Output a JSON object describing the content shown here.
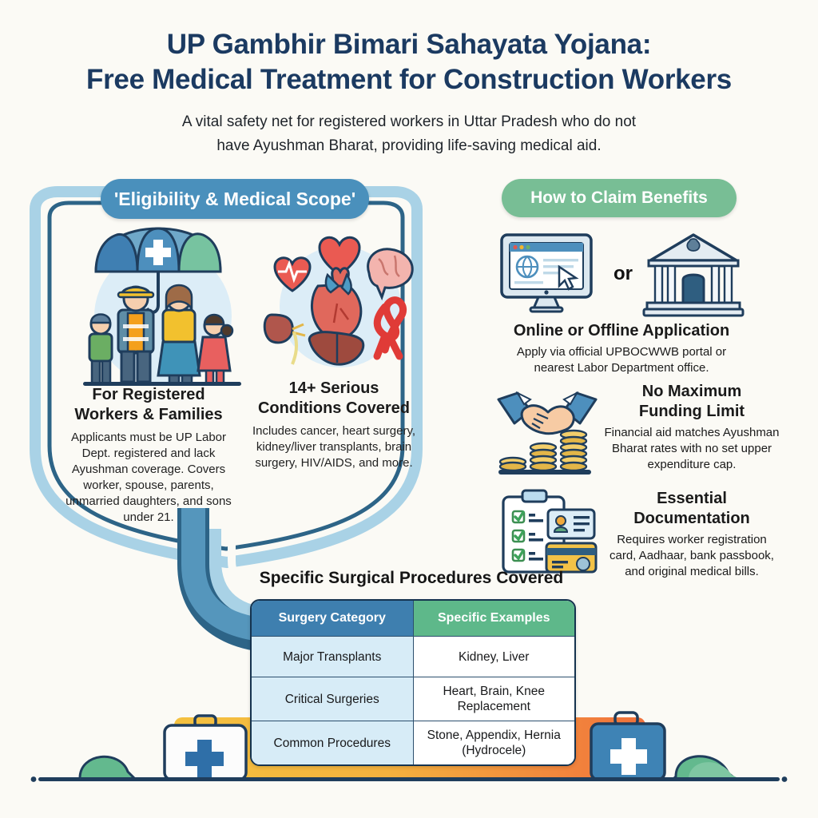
{
  "header": {
    "title_line1": "UP Gambhir Bimari Sahayata Yojana:",
    "title_line2": "Free Medical Treatment for Construction Workers",
    "subtitle_line1": "A vital safety net for registered workers in Uttar Pradesh who do not",
    "subtitle_line2": "have Ayushman Bharat, providing life-saving medical aid."
  },
  "pills": {
    "left": "'Eligibility & Medical Scope'",
    "right": "How to Claim Benefits"
  },
  "left_panel": {
    "columns": [
      {
        "icon": "family-under-umbrella-icon",
        "heading_line1": "For Registered",
        "heading_line2": "Workers & Families",
        "body": "Applicants must be UP Labor Dept. registered and lack Ayushman coverage. Covers worker, spouse, parents, unmarried daughters, and sons under 21."
      },
      {
        "icon": "medical-organs-icon",
        "heading_line1": "14+ Serious",
        "heading_line2": "Conditions Covered",
        "body": "Includes cancer, heart surgery, kidney/liver transplants, brain surgery, HIV/AIDS, and more."
      }
    ]
  },
  "right_panel": {
    "or_label": "or",
    "features": [
      {
        "icon": "monitor-and-government-building-icon",
        "heading": "Online or Offline Application",
        "body": "Apply via official UPBOCWWB portal or nearest Labor Department office."
      },
      {
        "icon": "handshake-and-coins-icon",
        "heading_line1": "No Maximum",
        "heading_line2": "Funding Limit",
        "body": "Financial aid matches Ayushman Bharat rates with no set upper expenditure cap."
      },
      {
        "icon": "clipboard-id-card-icon",
        "heading_line1": "Essential",
        "heading_line2": "Documentation",
        "body": "Requires worker registration card, Aadhaar, bank passbook, and original medical bills."
      }
    ]
  },
  "table": {
    "title": "Specific Surgical Procedures Covered",
    "headers": [
      "Surgery Category",
      "Specific Examples"
    ],
    "rows": [
      [
        "Major Transplants",
        "Kidney, Liver"
      ],
      [
        "Critical Surgeries",
        "Heart, Brain, Knee Replacement"
      ],
      [
        "Common Procedures",
        "Stone, Appendix, Hernia (Hydrocele)"
      ]
    ]
  },
  "colors": {
    "background": "#FBFAF5",
    "title_navy": "#1B3A61",
    "pill_blue": "#4A90BC",
    "pill_green": "#78BE95",
    "shield_outline": "#2D6487",
    "shield_fill": "#FBFAF5",
    "ribbon_blue": "#5596BC",
    "table_header_blue": "#3E7FAF",
    "table_header_green": "#5EB88A",
    "table_row_blue": "#D7ECF7",
    "base_band_yellow": "#F5C243",
    "base_band_orange": "#F07B3F",
    "medkit_blue": "#3E83B5",
    "ground_line": "#1B3A61"
  }
}
